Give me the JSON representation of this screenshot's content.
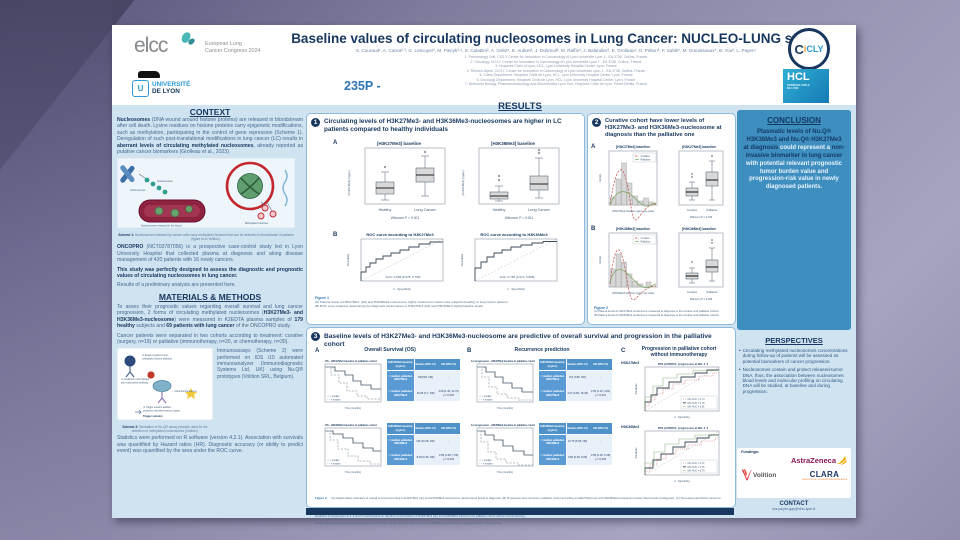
{
  "colors": {
    "accent_navy": "#17375e",
    "panel_blue": "#3e8ec0",
    "body_blue": "#cfe3f1",
    "table_blue": "#5b9bd5",
    "hcl_blue": "#2496c8",
    "astrazeneca": "#8b1750",
    "volition_red": "#d71f26"
  },
  "header": {
    "congress": {
      "logo_text": "elcc",
      "sub1": "European Lung",
      "sub2": "Cancer Congress 2024"
    },
    "university": {
      "line1": "UNIVERSITÉ",
      "line2": "DE LYON",
      "crest": "U"
    },
    "poster_number": "235P -",
    "title": "Baseline values of circulating nucleosomes in Lung Cancer: NUCLEO-LUNG study",
    "authors": "S. Couraud¹, A. Carrot²·³, G. Lescuyer³, M. Piecyk³·⁴, S. Calattini², A. Gelot⁵, E. Aubret³, J. Dubreuil³, M. Raffin³, J. Balandier³, E. Grolleau¹, O. Pelton³, F. Subtil⁶, M. Duruisseaux⁵, B. You², L. Payen⁷",
    "affiliations": [
      "1. Pneumology Unit, CICLY Center for Innovation in Cancerology of Lyon Université Lyon 1 - EA 3738, Oullins, France",
      "2. Oncology, CICLY, Center for Innovation in Cancerology of Lyon Université Lyon 1 - EA 3738, Oullins, France",
      "3. Hospices Civils of Lyon, HCL, Lyon University Hospital Center, Lyon, France",
      "4. Rhônes-Alpes, CICLY, Center for Innovation in Cancerology of Lyon Université Lyon 1 - EA 3738, Oullins, France",
      "5. Chest Department, Hospices Civils de Lyon, HCL, Lyon University Hospital Center, Lyon, France",
      "6. Oncology Department, Hospices Civils de Lyon, HCL, Lyon University Hospital Center, Lyon, France",
      "7. Molecular Biology, Pharmacotoxicology and Biochemistry Lyon Sud, Hospices Civils de Lyon, Pierre-Bénite, France"
    ],
    "cicly": {
      "c1": "C",
      "i": "i",
      "rest": "CLY"
    },
    "hcl": {
      "abbr": "HCL",
      "name1": "HOSPICES CIVILS",
      "name2": "DE LYON"
    }
  },
  "context": {
    "title": "CONTEXT",
    "p1": [
      {
        "t": "Nucleosomes",
        "b": 1
      },
      {
        "t": " (DNA wound around histone proteins) are released in bloodstream after cell death. Lysine residues on histone proteins carry epigenetic modifications, such as methylation, participating in the control of gene repression (Scheme 1). Deregulation of such post-translational modifications in lung cancer (LC) results in ",
        "b": 0
      },
      {
        "t": "aberrant levels of circulating methylated nucleosomes",
        "b": 1
      },
      {
        "t": ", already reported as putative cancer biomarkers (Grolleau et al., 2023).",
        "b": 0
      }
    ],
    "scheme1_caption": [
      {
        "t": "Scheme 1: ",
        "b": 1
      },
      {
        "t": "Nucleosomes released by cancer cells carry methylated histones that can be detected in bloodstream of patients (figure from Volition).",
        "b": 0
      }
    ],
    "scheme1_labels": {
      "chromosome": "Chromosome",
      "nucleosome": "Nucleosomes",
      "vessel": "Nucleosomes released in the blood",
      "methyl": "Methylated histones"
    },
    "p2": [
      {
        "t": "ONCOPRO",
        "b": 1
      },
      {
        "t": " (NCT03787056) is a prospective case-control study led in Lyon University Hospital that collected plasma at diagnosis and along disease management of 420 patients with 16 newly cancers.",
        "b": 0
      }
    ],
    "p3": [
      {
        "t": "This study was perfectly designed to assess the diagnostic and prognostic values of circulating nucleosomes in lung cancer.",
        "b": 1
      }
    ],
    "p4": [
      {
        "t": "Results of a preliminary analysis are presented here.",
        "b": 0
      }
    ]
  },
  "methods": {
    "title": "MATERIALS & METHODS",
    "p1": [
      {
        "t": "To asses their prognostic values regarding overall survival and lung cancer progression, 2 forms of circulating methylated nucleosomes (",
        "b": 0
      },
      {
        "t": "H3K27Me3- and H3K36Me3-nucleosome",
        "b": 1
      },
      {
        "t": ") were measured in K2EDTA plasma samples of ",
        "b": 0
      },
      {
        "t": "179 healthy",
        "b": 1
      },
      {
        "t": " subjects and ",
        "b": 0
      },
      {
        "t": "69 patients with lung cancer",
        "b": 1
      },
      {
        "t": " of the ONCOPRO study.",
        "b": 0
      }
    ],
    "p2": [
      {
        "t": "Cancer patients were separated in two cohorts according to treatment: curative (surgery, n=19) or palliative (immunotherapy, n=20, or chemotherapy, n=30).",
        "b": 0
      }
    ],
    "immuno": "Immunoassays (Scheme 2) were performed on IDS i10 automated immunoanalyzer (Immunodiagnostic Systems Ltd, UK) using Nu.Q® prototypes (Volition SRL, Belgium).",
    "scheme2_lines": {
      "s1a": "① Beads coupled to anti-",
      "s1b": "methylated histone antibody",
      "s2a": "② Acridinium ester labeled",
      "s2b": "anti-nucleosome antibody",
      "chem": "→ Chemiluminescence",
      "s3a": "③ Trigger solution addition",
      "s3b": "produces chemiluminescent signal",
      "trigger": "Trigger solution"
    },
    "scheme2_caption": [
      {
        "t": "Scheme 2: ",
        "b": 1
      },
      {
        "t": "Illustration of Nu.Q® assay principle used for the detection of methylated nucleosomes (Volition).",
        "b": 0
      }
    ],
    "stats": [
      {
        "t": "Statistics were performed on R software (version 4.2.1). Association with survivals was quantified by Hazard ratios (HR). Diagnostic accuracy (or ability to predict event) was quantified by the area under the ROC curve.",
        "b": 0
      }
    ]
  },
  "results": {
    "title": "RESULTS",
    "fig1": {
      "num": "1",
      "labelA": "A",
      "labelB": "B",
      "heading": "Circulating levels of H3K27Me3- and H3K36Me3-nucleosomes are higher in LC patients compared to healthy individuals",
      "box1": {
        "title": "[H3K27Me3] baseline",
        "ylabel": "[H3K27Me3] (ng/µL)",
        "cats": [
          "Healthy",
          "Lung Cancer"
        ],
        "note": "Wilcoxon P < 0.001"
      },
      "box2": {
        "title": "[H3K36Me3] baseline",
        "ylabel": "[H3K36Me3] (ng/µL)",
        "cats": [
          "Healthy",
          "Lung Cancer"
        ],
        "note": "Wilcoxon P < 0.001"
      },
      "roc1": {
        "title": "ROC curve according to H3K27Me3",
        "auc": "AUC: 0.698 [0.578; 0.756]",
        "xlabel": "1 - Specificity",
        "ylabel": "Sensitivity"
      },
      "roc2": {
        "title": "ROC curve according to H3K36Me3",
        "auc": "AUC: 0.756 [0.671; 0.828]",
        "xlabel": "1 - Specificity",
        "ylabel": "Sensitivity"
      },
      "figlabel": "Figure 1",
      "cap1": "(A) Plasma levels of H3K27Me3- (left) and H3K36Me3-nucleosome (right) measured in cancer-free subjects (healthy) or lung cancer patients.",
      "cap2": "(B) ROC curve analyses determining the diagnostic performance of H3K27Me3 (left) and H3K36Me3 (right) baseline levels."
    },
    "fig2": {
      "num": "2",
      "labelA": "A",
      "labelB": "B",
      "heading": "Curative cohort have lower levels of H3K27Me3- and H3K36Me3-nucleosome at diagnosis than the palliative one",
      "histA": {
        "title": "[H3K27Me3] baseline",
        "xlabel": "[H3K27Me3] baseline (ng/µL, log scale)",
        "ylabel": "Density",
        "legend": [
          "Curative",
          "Palliative"
        ]
      },
      "boxA": {
        "title": "[H3K27Me3] baseline",
        "cats": [
          "Curative",
          "Palliative"
        ],
        "note": "Wilcoxon P = 0.049"
      },
      "histB": {
        "title": "[H3K36Me3] baseline",
        "xlabel": "[H3K36Me3] baseline (ng/µL, log scale)",
        "ylabel": "Density",
        "legend": [
          "Curative",
          "Palliative"
        ]
      },
      "boxB": {
        "title": "[H3K36Me3] baseline",
        "cats": [
          "Curative",
          "Palliative"
        ],
        "note": "Wilcoxon P = 0.008"
      },
      "figlabel": "Figure 2",
      "cap1": "(A) Plasma levels of H3K27Me3-nucleosome measured at diagnosis in the curative and palliative cohorts.",
      "cap2": "(B) Plasma levels of H3K36Me3-nucleosome measured at diagnosis in the curative and palliative cohorts."
    },
    "fig3": {
      "num": "3",
      "heading": "Baseline levels of H3K27Me3- and H3K36Me3-nucleosome are predictive of overall survival and progression in the palliative cohort",
      "km_legend1": "— < median",
      "km_legend2": "– – > median",
      "km_xlabel": "Time (months)",
      "colA": {
        "label": "A",
        "title": "Overall Survival (OS)",
        "top": {
          "plot_title": "OS - H3K27Me3 baseline in palliative cohort",
          "table": {
            "h": [
              "H3K27Me3 baseline (ng/mL)",
              "Median (95% CI)",
              "HR (95% CI)"
            ],
            "r1": [
              "< median palliative H3K27Me3",
              "NR [NR; NR]",
              "-"
            ],
            "r2": [
              "> median palliative H3K27Me3",
              "10.08 [7.1; NR]",
              "4.08 [1.45; 11.76]"
            ],
            "p2": "p = 0.032"
          }
        },
        "bot": {
          "plot_title": "OS - H3K36Me3 baseline in palliative cohort",
          "table": {
            "h": [
              "H3K36Me3 baseline (ng/mL)",
              "Median (95% CI)",
              "HR (95% CI)"
            ],
            "r1": [
              "< median palliative H3K36Me3",
              "NR [10.08; NR]",
              "-"
            ],
            "r2": [
              "> median palliative H3K36Me3",
              "8.08 [6.30; NR]",
              "2.86 [1.08; 7.56]"
            ],
            "p2": "p = 0.034"
          }
        }
      },
      "colB": {
        "label": "B",
        "title": "Recurrence prediction",
        "top": {
          "plot_title": "1st progression - H3K27Me3 baseline in palliative cohort",
          "table": {
            "h": [
              "H3K27Me3 baseline (ng/mL)",
              "Median (95% CI)",
              "HR (95% CI)"
            ],
            "r1": [
              "< median palliative H3K27Me3",
              "8.8 [7.85; NR]",
              "-"
            ],
            "r2": [
              "> median palliative H3K27Me3",
              "4.07 [3.65; 18.33]",
              "2.39 [1.19; 4.81]"
            ],
            "p2": "p = 0.022"
          }
        },
        "bot": {
          "plot_title": "1st progression - H3K36Me3 baseline in palliative cohort",
          "table": {
            "h": [
              "H3K36Me3 baseline (ng/mL)",
              "Median (95% CI)",
              "HR (95% CI)"
            ],
            "r1": [
              "< median palliative H3K36Me3",
              "10.75 [5.95; NR]",
              "-"
            ],
            "r2": [
              "> median palliative H3K36Me3",
              "3.86 [2.66; 9.66]",
              "2.58 [1.26; 5.28]"
            ],
            "p2": "p = 0.009"
          }
        }
      },
      "colC": {
        "label": "C",
        "title1": "Progression in palliative cohort",
        "title2": "without immunotherapy",
        "top": {
          "tag": "H3K27Me3",
          "plot_title": "PFS (AUROC): progression at M3, 4, 5",
          "legend": [
            "M3: AUC = 0.74",
            "M4: AUC = 0.78",
            "M5: AUC = 0.81"
          ],
          "xlabel": "1 - Specificity",
          "ylabel": "Sensitivity"
        },
        "bot": {
          "tag": "H3K36Me3",
          "plot_title": "PFS (AUROC): progression at M3, 4, 5",
          "legend": [
            "M3: AUC = 0.72",
            "M4: AUC = 0.76",
            "M5: AUC = 0.79"
          ],
          "xlabel": "1 - Specificity",
          "ylabel": "Sensitivity"
        }
      },
      "figlabel": "Figure 3",
      "cap1": "(A) Kaplan-Meier estimates of overall survival according to H3K27Me3 (up) and H3K36Me3-nucleosome (down) blood levels at diagnosis. (B) Progression-free survival in palliative cohort according to H3K27Me3 (up) and H3K36Me3-nucleosome (down) blood levels at diagnosis. (C) Time-dependent ROC curves for prediction of progression at 3, 4 and 5 months based on baseline concentrations of H3K27Me3 (up) and H3K36Me3 (down) in the palliative cohort without immunotherapy.",
      "cap2": "Median blood levels considered for threshold are 18.46 and 16.88 ng/µL for H3K27Me3- and H3K36Me3-nucleosomes, respectively (NR: Not reached)."
    }
  },
  "conclusion": {
    "title": "CONCLUSION",
    "rich": [
      {
        "t": "Plasmatic levels of Nu.Q® H3K36Me3 and Nu.Q® H3K27Me3 at diagnosis",
        "b": 1
      },
      {
        "t": " could represent a ",
        "b": 0
      },
      {
        "t": "non-invasive biomarker in lung cancer",
        "b": 1
      },
      {
        "t": " with potential relevant prognostic tumor burden value and progression-risk value in newly diagnosed patients.",
        "b": 0
      }
    ]
  },
  "perspectives": {
    "title": "PERSPECTIVES",
    "marker": "•",
    "bullets": [
      "Circulating methylated nucleosomes concentrations during follow-up of patients will be assessed as potential biomarkers of cancer progression.",
      "Nucleosomes contain and protect released-tumor DNA, thus, the association between nucleosomes blood levels and molecular profiling on circulating DNA will be studied, at baseline and during progression."
    ]
  },
  "funding": {
    "label": "Fundings:",
    "astrazeneca": "AstraZeneca",
    "volition": "Volition",
    "clara": "CLARA",
    "clara_sub": "CANCEROPOLE LYON AUVERGNE RHÔNE-ALPES"
  },
  "contact": {
    "title": "CONTACT",
    "email": "lea.payen-gay@chu-lyon.fr"
  }
}
